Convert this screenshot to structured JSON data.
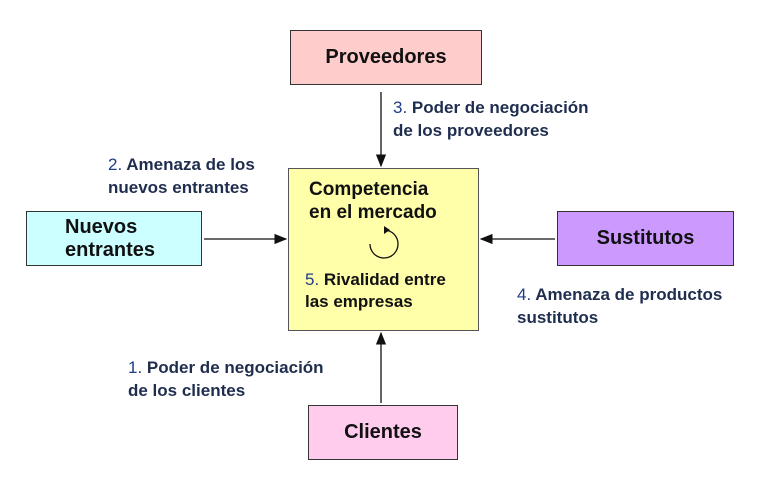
{
  "colors": {
    "proveedores_bg": "#FFCCCC",
    "nuevos_bg": "#CCFFFF",
    "sustitutos_bg": "#CC99FF",
    "clientes_bg": "#FFCCEE",
    "centro_bg": "#FFFFAA",
    "label_text": "#1F2D4E",
    "number_text": "#1F3C88"
  },
  "boxes": {
    "proveedores": "Proveedores",
    "nuevos_line1": "Nuevos",
    "nuevos_line2": "entrantes",
    "sustitutos": "Sustitutos",
    "clientes": "Clientes",
    "centro_line1": "Competencia",
    "centro_line2": "en el mercado",
    "centro_num": "5.",
    "centro_sub_line1": " Rivalidad entre",
    "centro_sub_line2": "las empresas"
  },
  "forces": {
    "proveedores": {
      "num": "3.",
      "line1": " Poder de negociación",
      "line2": "de los proveedores"
    },
    "nuevos": {
      "num": "2.",
      "line1": " Amenaza de los",
      "line2": "nuevos entrantes"
    },
    "sustitutos": {
      "num": "4.",
      "line1": " Amenaza de productos",
      "line2": "sustitutos"
    },
    "clientes": {
      "num": "1.",
      "line1": " Poder de negociación",
      "line2": "de los clientes"
    }
  }
}
